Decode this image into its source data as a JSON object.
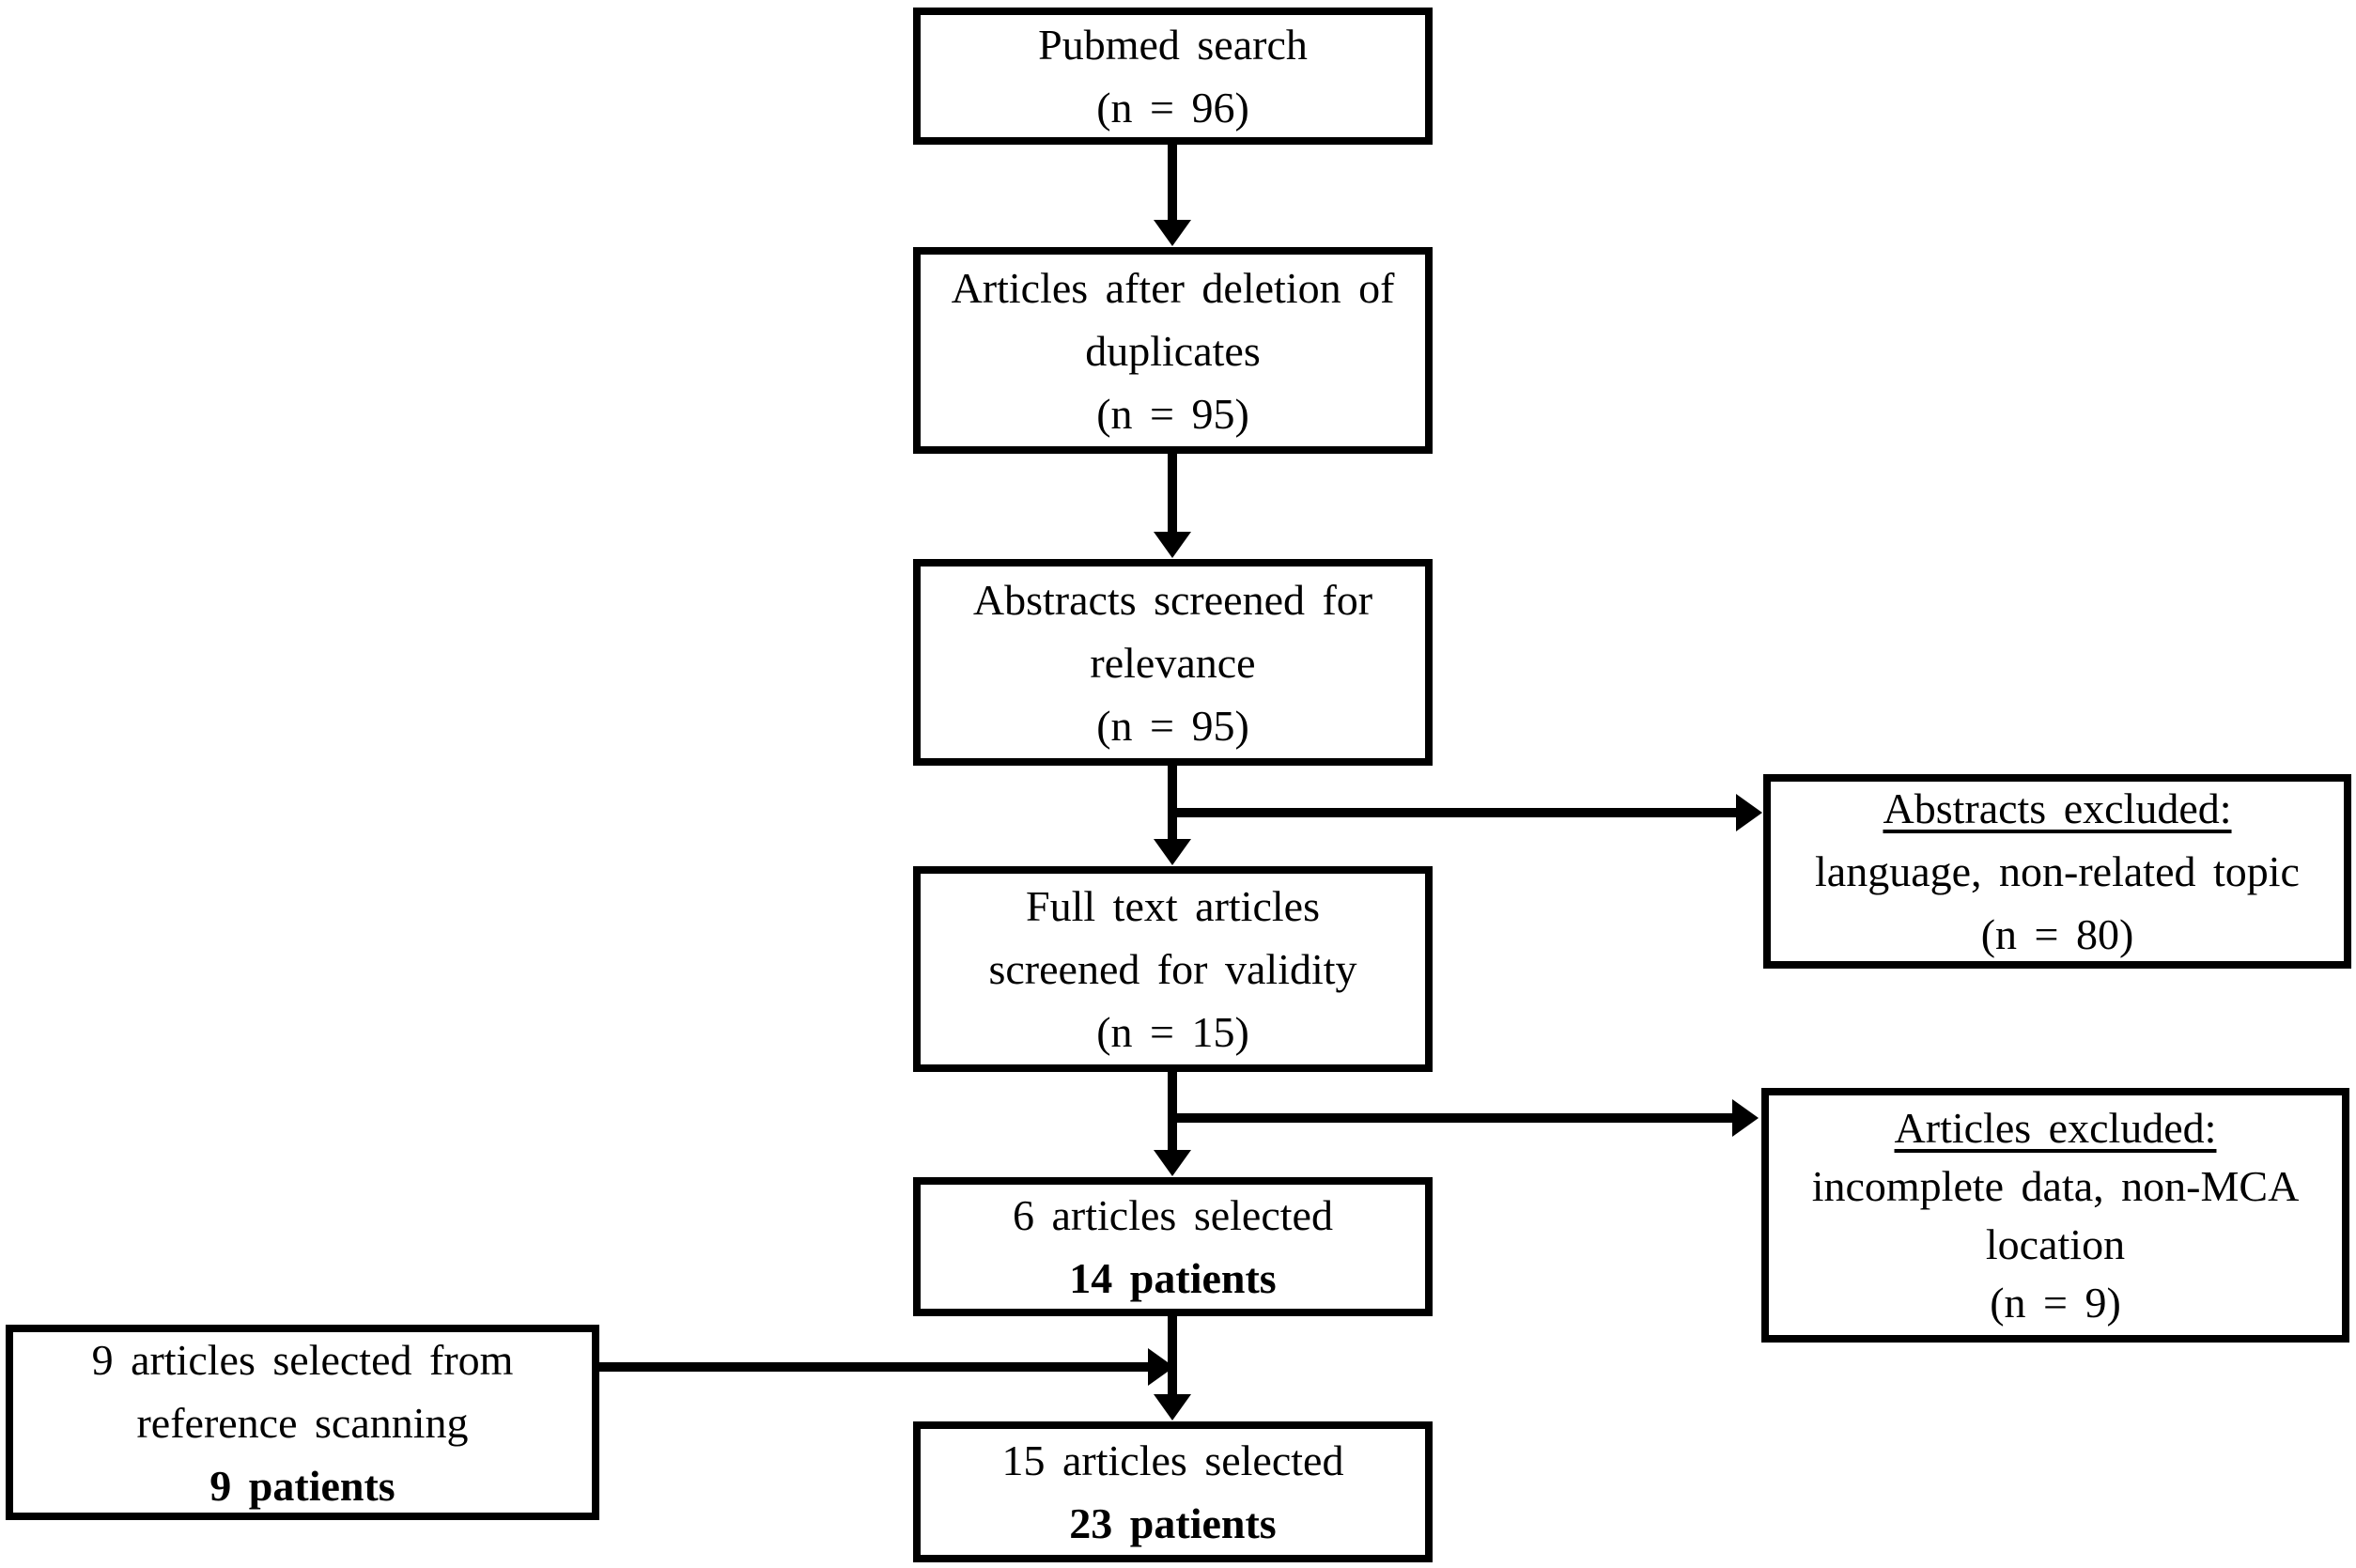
{
  "diagram": {
    "background": "#ffffff",
    "line_color": "#000000",
    "boxes": {
      "pubmed_search": {
        "lines": [
          {
            "text": "Pubmed search",
            "style": "normal"
          },
          {
            "text": "(n = 96)",
            "style": "normal"
          }
        ]
      },
      "after_duplicates": {
        "lines": [
          {
            "text": "Articles after deletion of",
            "style": "normal"
          },
          {
            "text": "duplicates",
            "style": "normal"
          },
          {
            "text": "(n = 95)",
            "style": "normal"
          }
        ]
      },
      "abstracts_screened": {
        "lines": [
          {
            "text": "Abstracts screened for",
            "style": "normal"
          },
          {
            "text": "relevance",
            "style": "normal"
          },
          {
            "text": "(n = 95)",
            "style": "normal"
          }
        ]
      },
      "full_text_screened": {
        "lines": [
          {
            "text": "Full text articles",
            "style": "normal"
          },
          {
            "text": "screened for validity",
            "style": "normal"
          },
          {
            "text": "(n = 15)",
            "style": "normal"
          }
        ]
      },
      "articles_selected_6": {
        "lines": [
          {
            "text": "6 articles selected",
            "style": "normal"
          },
          {
            "text": "14 patients",
            "style": "bold"
          }
        ]
      },
      "articles_selected_15": {
        "lines": [
          {
            "text": "15 articles selected",
            "style": "normal"
          },
          {
            "text": "23 patients",
            "style": "bold"
          }
        ]
      },
      "abstracts_excluded": {
        "lines": [
          {
            "text": "Abstracts excluded:",
            "style": "underline"
          },
          {
            "text": "language, non-related topic",
            "style": "normal"
          },
          {
            "text": "(n = 80)",
            "style": "normal"
          }
        ]
      },
      "articles_excluded": {
        "lines": [
          {
            "text": "Articles excluded:",
            "style": "underline"
          },
          {
            "text": "incomplete data, non-MCA",
            "style": "normal"
          },
          {
            "text": "location",
            "style": "normal"
          },
          {
            "text": "(n = 9)",
            "style": "normal"
          }
        ]
      },
      "reference_scanning": {
        "lines": [
          {
            "text": "9 articles selected from",
            "style": "normal"
          },
          {
            "text": "reference scanning",
            "style": "normal"
          },
          {
            "text": "9 patients",
            "style": "bold"
          }
        ]
      }
    }
  }
}
